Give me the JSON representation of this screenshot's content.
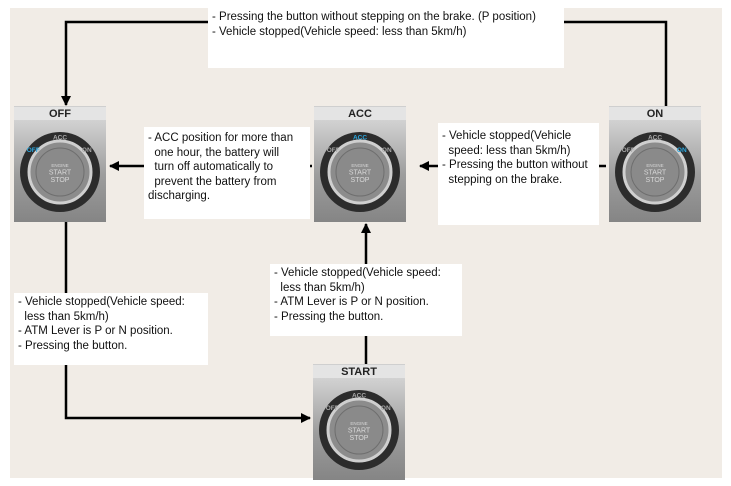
{
  "states": {
    "off": {
      "label": "OFF",
      "ring": [
        "OFF",
        "ACC",
        "ON"
      ],
      "active": "OFF"
    },
    "acc": {
      "label": "ACC",
      "ring": [
        "OFF",
        "ACC",
        "ON"
      ],
      "active": "ACC"
    },
    "on": {
      "label": "ON",
      "ring": [
        "OFF",
        "ACC",
        "ON"
      ],
      "active": "ON"
    },
    "start": {
      "label": "START",
      "ring": [
        "OFF",
        "ACC",
        "ON"
      ],
      "active": ""
    }
  },
  "button_text": [
    "ENGINE",
    "START",
    "STOP"
  ],
  "notes": {
    "top": [
      "- Pressing the button without stepping on the brake. (P position)",
      "- Vehicle stopped(Vehicle speed: less than 5km/h)"
    ],
    "acc_to_off": [
      "- ACC position for more than",
      "  one hour, the battery will",
      "  turn off automatically to",
      "  prevent the battery from",
      "discharging."
    ],
    "on_to_acc": [
      "- Vehicle stopped(Vehicle",
      "  speed: less than 5km/h)",
      "- Pressing the button without",
      "  stepping on the brake."
    ],
    "start_to_acc": [
      "- Vehicle stopped(Vehicle speed:",
      "  less than 5km/h)",
      "- ATM Lever is P or N position.",
      "- Pressing the button."
    ],
    "off_to_start": [
      "- Vehicle stopped(Vehicle speed:",
      "  less than 5km/h)",
      "- ATM Lever is P or N position.",
      "- Pressing the button."
    ]
  },
  "colors": {
    "background": "#f1ece6",
    "active_indicator": "#2aa7df",
    "line": "#000000"
  }
}
